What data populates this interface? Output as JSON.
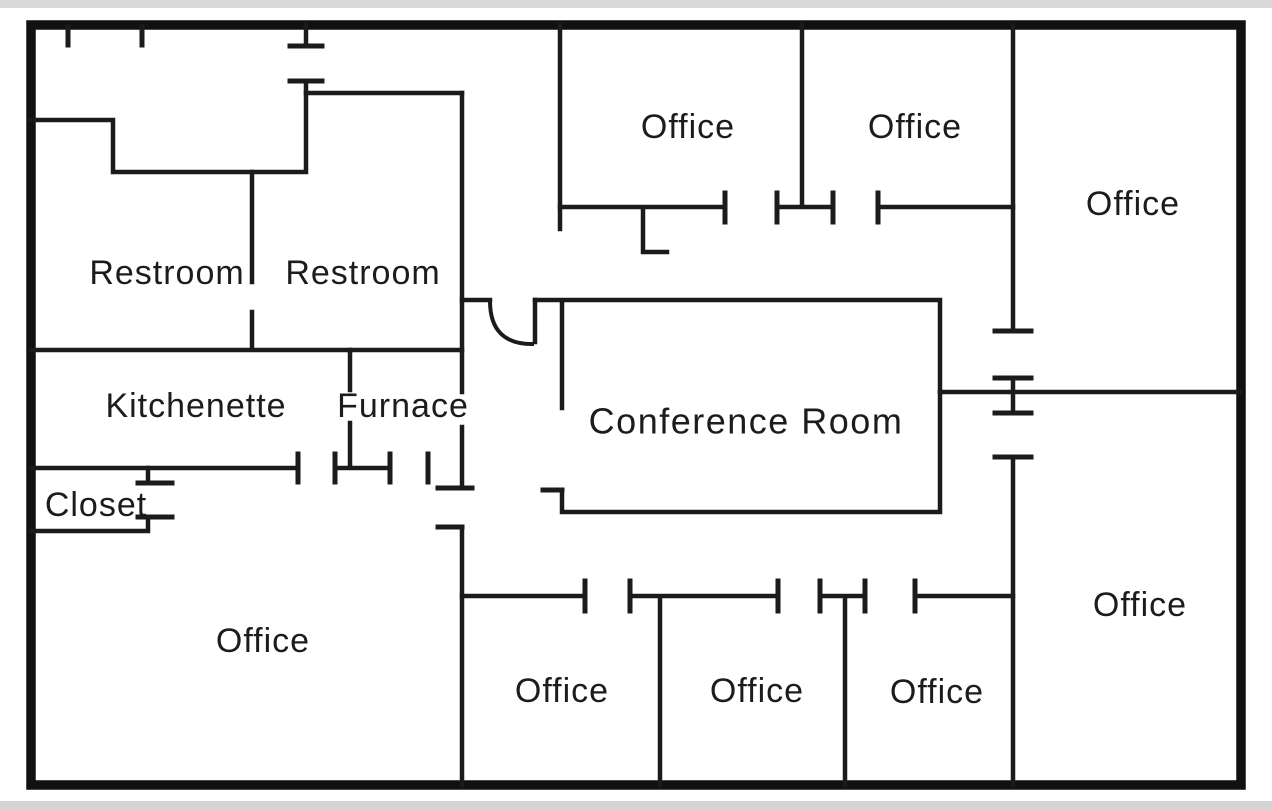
{
  "floor_plan": {
    "description": "Black and white office building floor plan",
    "colors": {
      "wall": "#1b1b1b",
      "outer_wall": "#111111",
      "background": "#ffffff",
      "edge_strip": "#d9d9d9"
    },
    "rooms": [
      {
        "id": "restroom-left",
        "label": "Restroom"
      },
      {
        "id": "restroom-right",
        "label": "Restroom"
      },
      {
        "id": "kitchenette",
        "label": "Kitchenette"
      },
      {
        "id": "furnace",
        "label": "Furnace"
      },
      {
        "id": "closet",
        "label": "Closet"
      },
      {
        "id": "conference-room",
        "label": "Conference Room"
      },
      {
        "id": "office-top-middle-1",
        "label": "Office"
      },
      {
        "id": "office-top-middle-2",
        "label": "Office"
      },
      {
        "id": "office-right-top",
        "label": "Office"
      },
      {
        "id": "office-bottom-left",
        "label": "Office"
      },
      {
        "id": "office-bottom-1",
        "label": "Office"
      },
      {
        "id": "office-bottom-2",
        "label": "Office"
      },
      {
        "id": "office-bottom-3",
        "label": "Office"
      },
      {
        "id": "office-right-bottom",
        "label": "Office"
      }
    ]
  }
}
